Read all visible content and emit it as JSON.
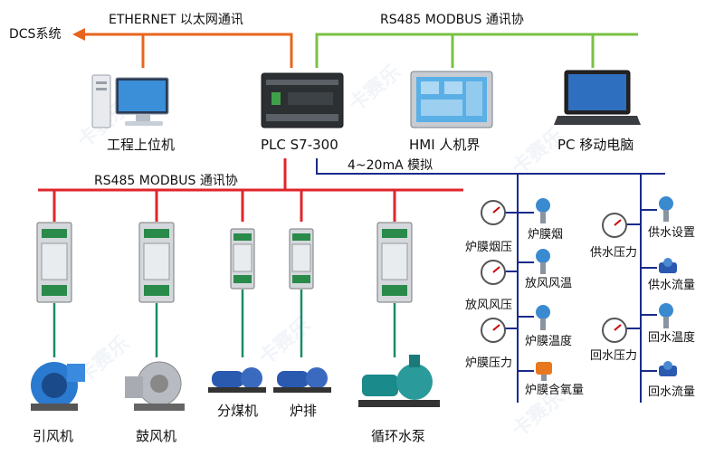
{
  "top": {
    "ethernet_label": "ETHERNET  以太网通讯",
    "rs485_top_label": "RS485  MODBUS 通讯协",
    "dcs_label": "DCS系统"
  },
  "devices_top": {
    "workstation": "工程上位机",
    "plc": "PLC  S7-300",
    "hmi": "HMI  人机界",
    "pc": "PC  移动电脑"
  },
  "bus": {
    "rs485_bottom_label": "RS485  MODBUS 通讯协",
    "analog_label": "4~20mA  模拟"
  },
  "field": {
    "fan1": "引风机",
    "fan2": "鼓风机",
    "coal": "分煤机",
    "slag": "炉排",
    "pump": "循环水泵"
  },
  "sensors": {
    "s1": "炉膜烟",
    "s2": "炉膜烟压",
    "s3": "放风风温",
    "s4": "放风风压",
    "s5": "炉膜温度",
    "s6": "炉膜压力",
    "s7": "炉膜含氧量",
    "s8": "供水设置",
    "s9": "供水压力",
    "s10": "供水流量",
    "s11": "回水温度",
    "s12": "回水压力",
    "s13": "回水流量"
  },
  "colors": {
    "ethernet": "#e8641e",
    "rs485_top": "#7ac143",
    "rs485_bottom": "#e0262b",
    "analog": "#1a2b8a",
    "field_link": "#1a8a6a"
  }
}
